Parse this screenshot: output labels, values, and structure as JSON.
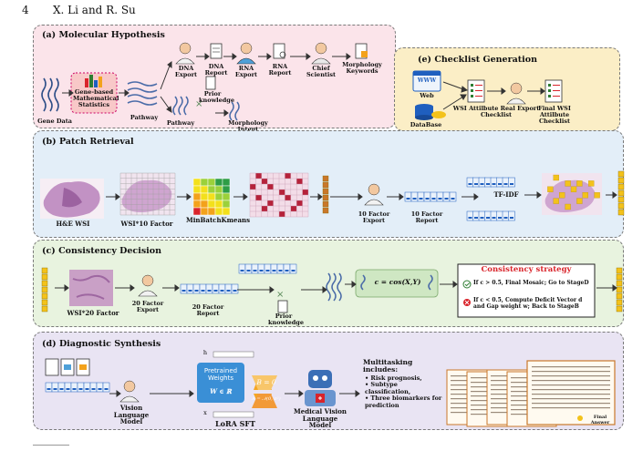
{
  "header": {
    "page_number": "4",
    "authors": "X. Li and R. Su"
  },
  "panels": {
    "a": {
      "title": "(a)  Molecular Hypothesis",
      "labels": {
        "gene_data": "Gene Data",
        "stats": "Gene-based Mathematical Statistics",
        "pathway": "Pathway",
        "dna_export": "DNA Export",
        "dna_report": "DNA Report",
        "rna_export": "RNA Export",
        "rna_report": "RNA Report",
        "chief": "Chief Scientist",
        "morph_kw": "Morphology Keywords",
        "pathway2": "Pathway",
        "prior": "Prior knowledge",
        "morph_intent": "Morphology Intent"
      }
    },
    "e": {
      "title": "(e)  Checklist Generation",
      "labels": {
        "web": "Web",
        "www": "WWW",
        "database": "DataBase",
        "export": "WSI Attilbute Real Export Checklist",
        "final": "Final WSI Attilbute Checklist"
      }
    },
    "b": {
      "title": "(b) Patch Retrieval",
      "labels": {
        "he": "H&E WSI",
        "wsi10": "WSI*10 Factor",
        "kmeans": "MinBatchKmeans",
        "f10_export": "10 Factor Export",
        "f10_report": "10 Factor Report",
        "tfidf": "TF-IDF"
      }
    },
    "c": {
      "title": "(c) Consistency Decision",
      "labels": {
        "wsi20": "WSI*20 Factor",
        "f20_export": "20 Factor Export",
        "f20_report": "20 Factor Report",
        "prior": "Prior knowledge",
        "formula": "c = cos(X,Y)",
        "strategy": "Consistency strategy",
        "rule1": "If c > 0.5, Final Mosaic; Go to StageD",
        "rule2": "If c < 0.5, Compute Deficit Vector d and Gap weight w; Back to StageB"
      }
    },
    "d": {
      "title": "(d) Diagnostic Synthesis",
      "labels": {
        "vlm": "Vision Language Model",
        "pretrained": "Pretrained Weights",
        "weights_eq": "W ∈ ℝ",
        "b0": "B = 0",
        "a_eq": "A = 𝒩(0, σ²)",
        "h": "h",
        "x": "x",
        "lora": "LoRA SFT",
        "mvlm": "Medical Vision Language Model",
        "multitask": "Multitasking includes:",
        "tasks": [
          "Risk prognosis,",
          "Subtype classification,",
          "Three biomarkers for prediction"
        ],
        "final_answer": "Final Answer"
      }
    }
  },
  "colors": {
    "panel_a": "#fbe4ea",
    "panel_e": "#fbeec6",
    "panel_b": "#e3eef8",
    "panel_c": "#e8f3df",
    "panel_d": "#e9e4f3",
    "strategy_red": "#d9242b",
    "heat_red": "#b5223a",
    "yellow": "#f3c21b"
  }
}
